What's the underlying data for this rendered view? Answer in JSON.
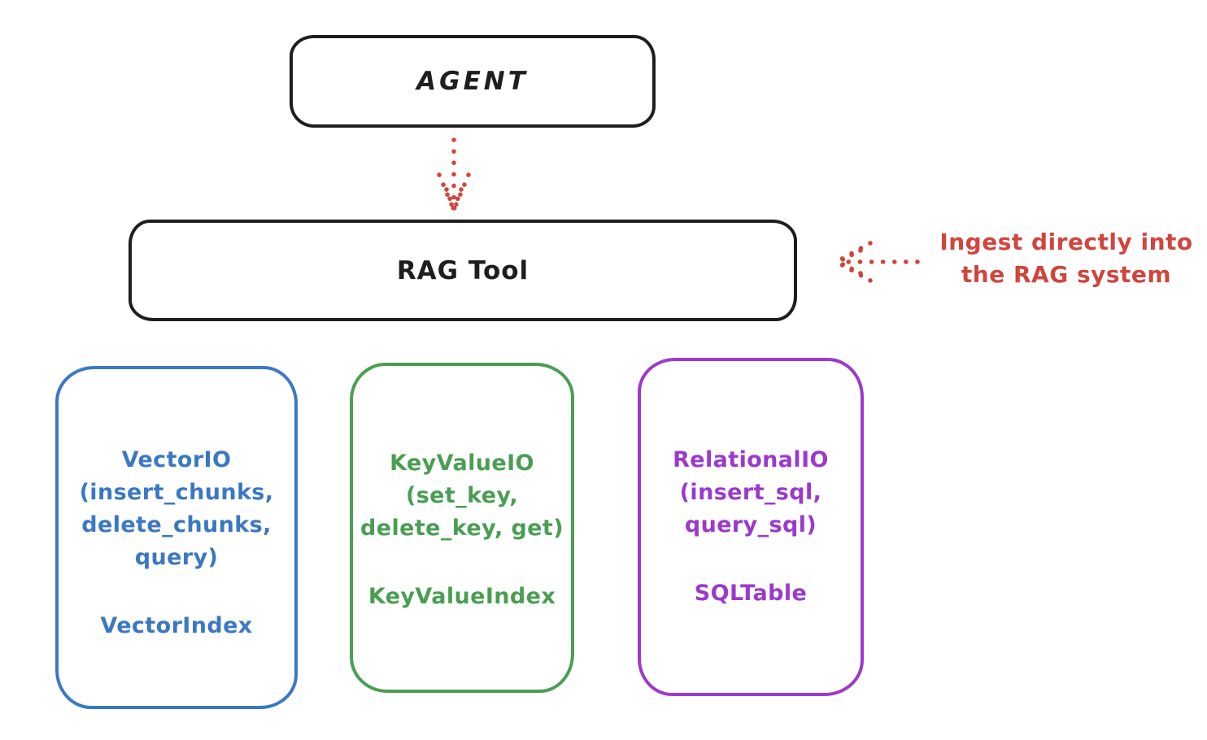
{
  "agent": {
    "label": "AGENT"
  },
  "rag_tool": {
    "label": "RAG Tool"
  },
  "annotation": {
    "line1": "Ingest directly into",
    "line2": "the RAG system"
  },
  "backends": [
    {
      "name": "vector-io",
      "lines": [
        "VectorIO",
        "(insert_chunks,",
        "delete_chunks,",
        "query)"
      ],
      "index_label": "VectorIndex",
      "color": "#3b78c3"
    },
    {
      "name": "keyvalue-io",
      "lines": [
        "KeyValueIO",
        "(set_key,",
        "delete_key, get)"
      ],
      "index_label": "KeyValueIndex",
      "color": "#4a9e52"
    },
    {
      "name": "relational-io",
      "lines": [
        "RelationalIO",
        "(insert_sql,",
        "query_sql)"
      ],
      "index_label": "SQLTable",
      "color": "#9c39cc"
    }
  ],
  "colors": {
    "ink": "#1e1e1e",
    "arrow_red": "#d0453c",
    "vector_blue": "#3b78c3",
    "keyvalue_green": "#4a9e52",
    "relational_purple": "#9c39cc",
    "background": "#ffffff"
  }
}
